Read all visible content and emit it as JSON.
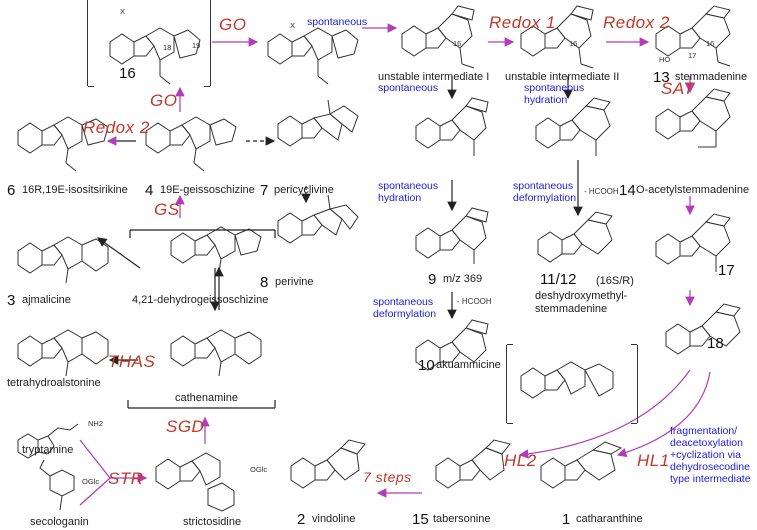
{
  "enzymes": {
    "go_top": "GO",
    "go_left": "GO",
    "redox1": "Redox 1",
    "redox2_top": "Redox 2",
    "redox2_left": "Redox 2",
    "sat": "SAT",
    "gs": "GS",
    "thas": "THAS",
    "sgd": "SGD",
    "str": "STR",
    "steps7": "7 steps",
    "hl2": "HL2",
    "hl1": "HL1"
  },
  "notes": {
    "spontaneous_top": "spontaneous",
    "spontaneous_I": "spontaneous",
    "spontaneous_hydration_II": "spontaneous\nhydration",
    "spontaneous_hydration_left": "spontaneous\nhydration",
    "spontaneous_deformylation_right": "spontaneous\ndeformylation",
    "spontaneous_deformylation_9": "spontaneous\ndeformylation",
    "hcooh_right": "- HCOOH",
    "hcooh_9": "- HCOOH",
    "fragmentation": "fragmentation/\ndeacetoxylation\n+cyclization via\ndehydrosecodine\ntype intermediate"
  },
  "compounds": {
    "c16": {
      "num": "16"
    },
    "intI": {
      "name": "unstable intermediate I"
    },
    "intII": {
      "name": "unstable intermediate II"
    },
    "c13": {
      "num": "13",
      "name": "stemmadenine"
    },
    "c6": {
      "num": "6",
      "name": "16R,19E-isositsirikine"
    },
    "c4": {
      "num": "4",
      "name": "19E-geissoschizine"
    },
    "c7": {
      "num": "7",
      "name": "pericyclivine"
    },
    "c14": {
      "num": "14",
      "name": "O-acetylstemmadenine"
    },
    "c8": {
      "num": "8",
      "name": "perivine"
    },
    "c3": {
      "num": "3",
      "name": "ajmalicine"
    },
    "dehydro": {
      "name": "4,21-dehydrogeissoschizine"
    },
    "c9": {
      "num": "9",
      "name": "m/z 369"
    },
    "c1112": {
      "num": "11/12",
      "tag": "(16S/R)",
      "name": "deshydroxymethyl-\nstemmadenine"
    },
    "c17": {
      "num": "17"
    },
    "c10": {
      "num": "10",
      "name": "akuammicine"
    },
    "c18": {
      "num": "18"
    },
    "thalst": {
      "name": "tetrahydroalstonine"
    },
    "cathenamine": {
      "name": "cathenamine"
    },
    "tryptamine": {
      "name": "tryptamine"
    },
    "secologanin": {
      "name": "secologanin"
    },
    "strictosidine": {
      "name": "strictosidine"
    },
    "c2": {
      "num": "2",
      "name": "vindoline"
    },
    "c15": {
      "num": "15",
      "name": "tabersonine"
    },
    "c1": {
      "num": "1",
      "name": "catharanthine"
    }
  },
  "atoms": {
    "nh2": "NH2",
    "oglc": "OGlc",
    "ho": "HO",
    "x": "X",
    "n16": "16",
    "n17": "17",
    "n18": "18",
    "n19": "19"
  },
  "colors": {
    "enzyme": "#c0392b",
    "spontaneous": "#1b1be0",
    "arrow_magenta": "#b03cb8",
    "arrow_black": "#222222"
  }
}
